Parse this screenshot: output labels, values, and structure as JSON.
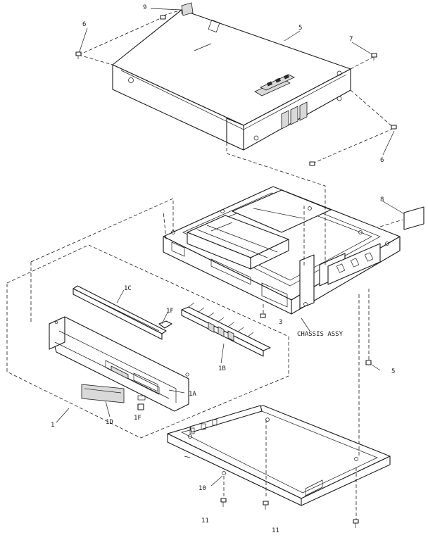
{
  "labels": {
    "part_9": "9",
    "part_6_top": "6",
    "part_5_top": "5",
    "part_7": "7",
    "part_6_right": "6",
    "part_8": "8",
    "part_1c": "1C",
    "part_1f_top": "1F",
    "part_3": "3",
    "chassis_assy": "CHASSIS ASSY",
    "part_1b": "1B",
    "part_5_right": "5",
    "part_1a": "1A",
    "part_1": "1",
    "part_1d": "1D",
    "part_1f_bottom": "1F",
    "part_10": "10",
    "part_11_left": "11",
    "part_11_right": "11"
  }
}
